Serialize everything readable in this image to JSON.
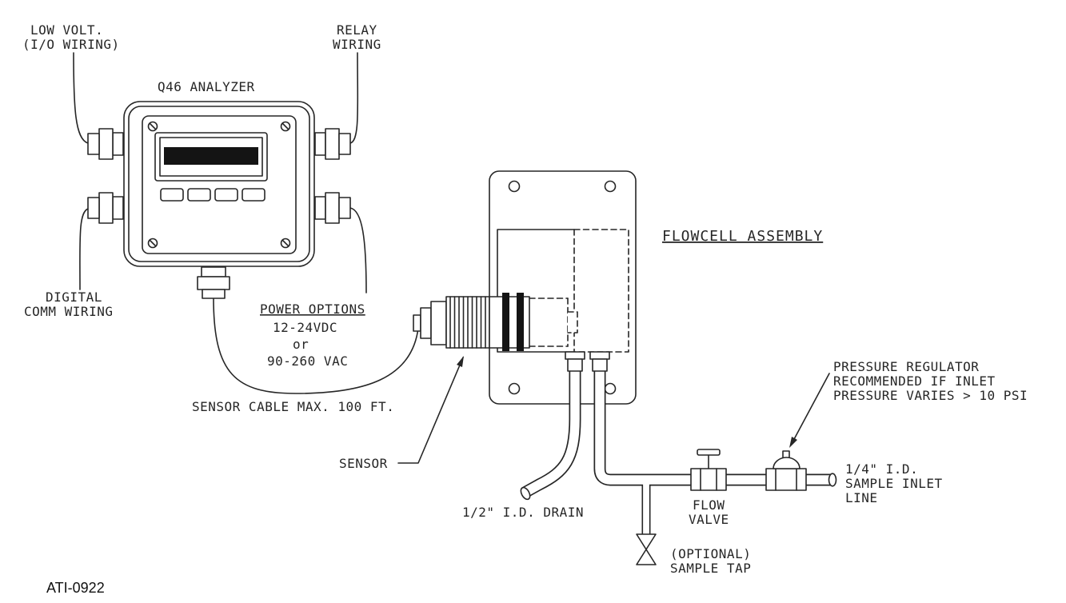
{
  "colors": {
    "ink": "#262626",
    "screen_band": "#141414",
    "background": "#ffffff"
  },
  "figure": {
    "code": "ATI-0922"
  },
  "analyzer": {
    "title": "Q46 ANALYZER",
    "wiring_labels": {
      "low_volt": [
        "LOW VOLT.",
        "(I/O WIRING)"
      ],
      "relay": [
        "RELAY",
        "WIRING"
      ],
      "digital_comm": [
        "DIGITAL",
        "COMM WIRING"
      ]
    },
    "power": {
      "title": "POWER OPTIONS",
      "option1": "12-24VDC",
      "conjunction": "or",
      "option2": "90-260 VAC"
    },
    "cable_note": "SENSOR CABLE MAX. 100 FT."
  },
  "flowcell": {
    "title": "FLOWCELL ASSEMBLY",
    "sensor_label": "SENSOR",
    "drain_label": "1/2\" I.D. DRAIN",
    "flow_valve": [
      "FLOW",
      "VALVE"
    ],
    "pressure_regulator_note": [
      "PRESSURE REGULATOR",
      "RECOMMENDED IF INLET",
      "PRESSURE VARIES > 10 PSI"
    ],
    "sample_inlet": [
      "1/4\" I.D.",
      "SAMPLE INLET",
      "LINE"
    ],
    "sample_tap": [
      "(OPTIONAL)",
      "SAMPLE TAP"
    ]
  }
}
